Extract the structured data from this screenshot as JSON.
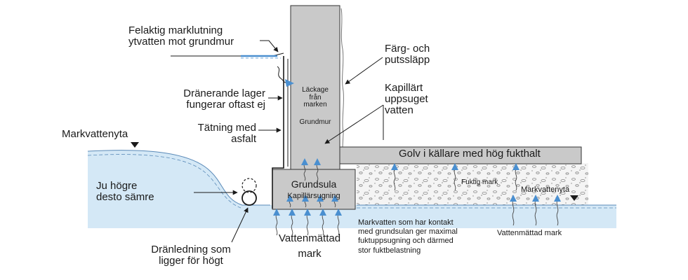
{
  "labels": {
    "felaktig": "Felaktig marklutning\nytvatten mot grundmur",
    "farg": "Färg- och\nputssläpp",
    "kapillart": "Kapillärt\nuppsuget\nvatten",
    "dranerande": "Dränerande lager\nfungerar oftast ej",
    "tatning": "Tätning med\nasfalt",
    "markvattenyta_left": "Markvattenyta",
    "lackage": "Läckage\nfrån\nmarken",
    "grundmur": "Grundmur",
    "golv": "Golv i källare med hög fukthalt",
    "fuktig": "Fuktig mark",
    "markvattenyta_right": "Markvattenyta",
    "ju_hogre": "Ju högre\ndesto sämre",
    "grundsula": "Grundsula",
    "kapillarsugning": "Kapillärsugning",
    "markvatten_note": "Markvatten som har kontakt\nmed grundsulan ger maximal\nfuktuppsugning och därmed\nstor fuktbelastning",
    "vattenmattad_mark_center": "Vattenmättad\nmark",
    "vattenmattad_mark_right": "Vattenmättad mark",
    "dranledning": "Dränledning som\nligger för högt"
  },
  "colors": {
    "water": "#d4e8f6",
    "water_line": "#5a8ab8",
    "concrete": "#c9c9c9",
    "gravel": "#f2f2f2",
    "arrow_blue": "#4a8fd0",
    "line": "#1a1a1a"
  },
  "icons": {
    "arrow": "arrow-icon",
    "capillary": "capillary-arrow-icon",
    "drain": "drain-pipe-icon"
  }
}
